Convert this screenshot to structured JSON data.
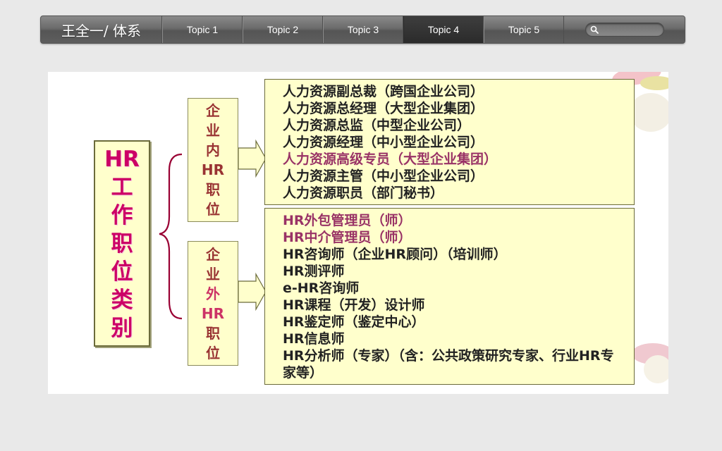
{
  "nav": {
    "brand": "王全一/ 体系",
    "items": [
      {
        "label": "Topic 1"
      },
      {
        "label": "Topic 2"
      },
      {
        "label": "Topic 3"
      },
      {
        "label": "Topic 4",
        "active": true
      },
      {
        "label": "Topic 5"
      }
    ],
    "search": {
      "placeholder": "",
      "icon": "search-icon"
    }
  },
  "slide": {
    "main_label_chars": [
      "HR",
      "工",
      "作",
      "职",
      "位",
      "类",
      "别"
    ],
    "inner_label_chars": [
      "企",
      "业",
      "内",
      "HR",
      "职",
      "位"
    ],
    "outer_label_chars": [
      "企",
      "业",
      "外",
      "HR",
      "职",
      "位"
    ],
    "inner_positions": [
      "人力资源副总裁（跨国企业公司）",
      "人力资源总经理（大型企业集团）",
      "人力资源总监（中型企业公司）",
      "人力资源经理（中小型企业公司）",
      "人力资源高级专员（大型企业集团）",
      "人力资源主管（中小型企业公司）",
      "人力资源职员（部门秘书）"
    ],
    "outer_positions": [
      "HR外包管理员（师）",
      "HR中介管理员（师）",
      "HR咨询师（企业HR顾问）（培训师）",
      "HR测评师",
      "e-HR咨询师",
      "HR课程（开发）设计师",
      "HR鉴定师（鉴定中心）",
      "HR信息师",
      "HR分析师（专家）（含：公共政策研究专家、行业HR专家等）"
    ],
    "colors": {
      "box_fill": "#ffffcc",
      "main_text": "#cc0066",
      "sub_text": "#993333",
      "highlight": "#993366",
      "brace": "#990033"
    }
  }
}
